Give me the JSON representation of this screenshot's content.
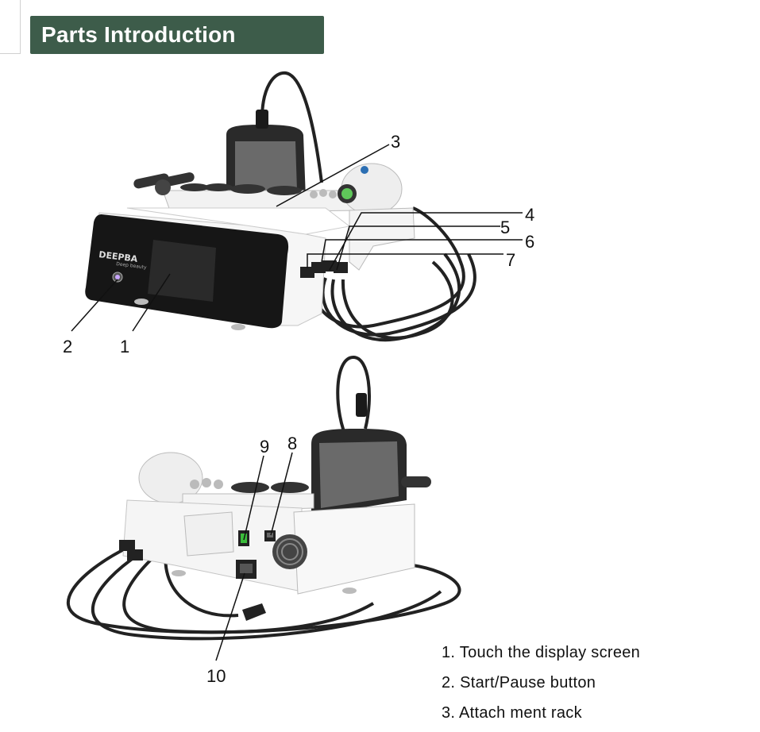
{
  "header": {
    "title": "Parts Introduction"
  },
  "device": {
    "brand": "DEEPBA",
    "brand_sub": "Deep beauty"
  },
  "callouts": [
    "1",
    "2",
    "3",
    "4",
    "5",
    "6",
    "7",
    "8",
    "9",
    "10"
  ],
  "legend": [
    "1. Touch the display screen",
    "2. Start/Pause button",
    "3. Attach ment rack"
  ]
}
